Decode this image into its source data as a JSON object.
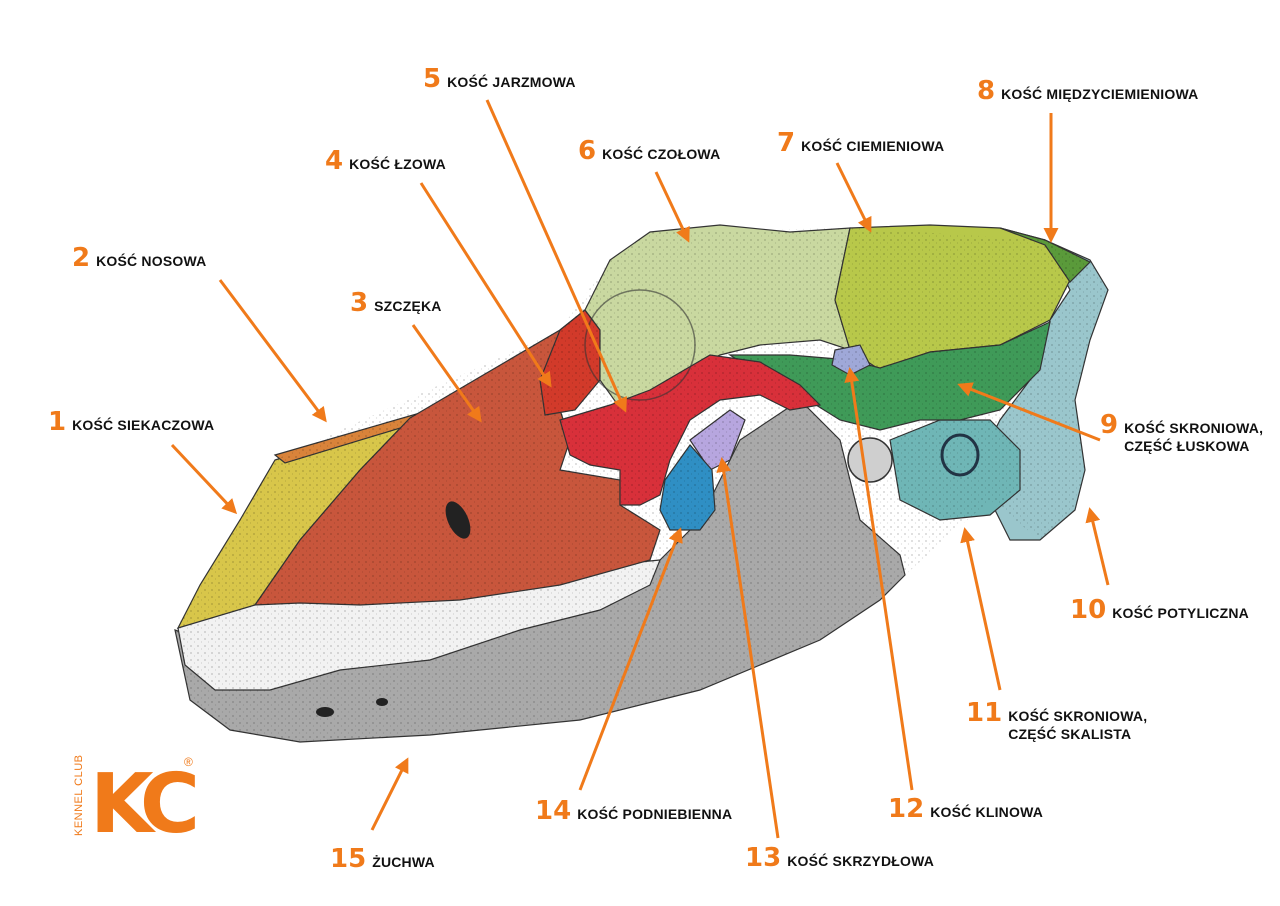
{
  "colors": {
    "accent": "#f07a1a",
    "incisive": "#d8c64a",
    "nasal": "#d9833a",
    "maxilla": "#c8563c",
    "lacrimal": "#d23a2a",
    "zygomatic": "#d8303a",
    "frontal": "#c9d8a0",
    "parietal": "#b8c84a",
    "interparietal": "#5a9a3a",
    "temporal_squama": "#3f9a58",
    "occipital": "#9ac6cc",
    "temporal_petrous": "#6fb6b6",
    "sphenoid": "#9fa8d8",
    "pterygoid": "#2f8fc4",
    "palatine": "#b7a6df",
    "mandible": "#a9a9a9",
    "teeth": "#f2f2f2"
  },
  "labels": [
    {
      "num": "1",
      "text": "KOŚĆ SIEKACZOWA",
      "text2": ""
    },
    {
      "num": "2",
      "text": "KOŚĆ NOSOWA",
      "text2": ""
    },
    {
      "num": "3",
      "text": "SZCZĘKA",
      "text2": ""
    },
    {
      "num": "4",
      "text": "KOŚĆ ŁZOWA",
      "text2": ""
    },
    {
      "num": "5",
      "text": "KOŚĆ JARZMOWA",
      "text2": ""
    },
    {
      "num": "6",
      "text": "KOŚĆ CZOŁOWA",
      "text2": ""
    },
    {
      "num": "7",
      "text": "KOŚĆ CIEMIENIOWA",
      "text2": ""
    },
    {
      "num": "8",
      "text": "KOŚĆ MIĘDZYCIEMIENIOWA",
      "text2": ""
    },
    {
      "num": "9",
      "text": "KOŚĆ SKRONIOWA,",
      "text2": "CZĘŚĆ ŁUSKOWA"
    },
    {
      "num": "10",
      "text": "KOŚĆ POTYLICZNA",
      "text2": ""
    },
    {
      "num": "11",
      "text": "KOŚĆ SKRONIOWA,",
      "text2": "CZĘŚĆ SKALISTA"
    },
    {
      "num": "12",
      "text": "KOŚĆ KLINOWA",
      "text2": ""
    },
    {
      "num": "13",
      "text": "KOŚĆ SKRZYDŁOWA",
      "text2": ""
    },
    {
      "num": "14",
      "text": "KOŚĆ PODNIEBIENNA",
      "text2": ""
    },
    {
      "num": "15",
      "text": "ŻUCHWA",
      "text2": ""
    }
  ],
  "logo": {
    "mark": "KC",
    "side_text": "KENNEL CLUB",
    "registered": "®"
  }
}
